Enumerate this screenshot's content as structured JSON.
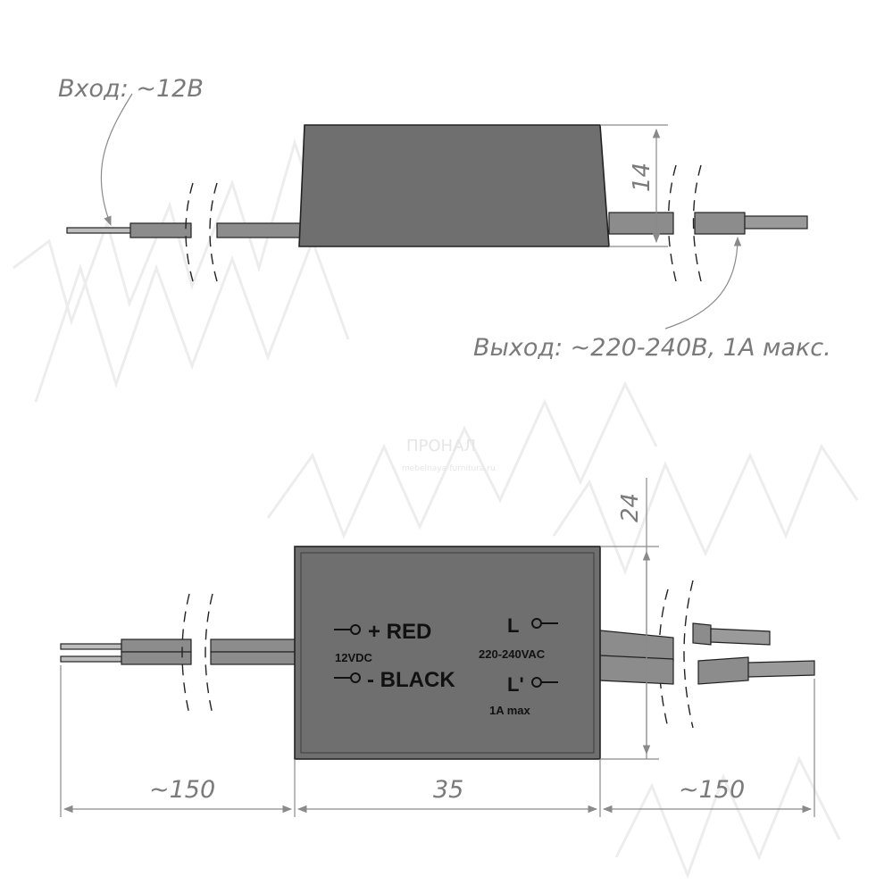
{
  "drawing": {
    "input_label": "Вход: ~12В",
    "output_label": "Выход: ~220-240В, 1А макс.",
    "dim_height_top": "14",
    "dim_height_bottom": "24",
    "dim_left_cable": "~150",
    "dim_body_width": "35",
    "dim_right_cable": "~150"
  },
  "device": {
    "red_label": "+ RED",
    "voltage_in": "12VDC",
    "black_label": "- BLACK",
    "l_label": "L",
    "voltage_out": "220-240VAC",
    "lprime_label": "L'",
    "current_max": "1A max"
  },
  "watermark": {
    "brand": "ПРОНАЛ",
    "url": "mebelnaya-furnitura.ru"
  },
  "colors": {
    "body_fill": "#6f6f6f",
    "cable_fill": "#8c8c8c",
    "outline": "#222222",
    "dimension_line": "#8a8a8a",
    "watermark_stroke": "#ececec"
  }
}
